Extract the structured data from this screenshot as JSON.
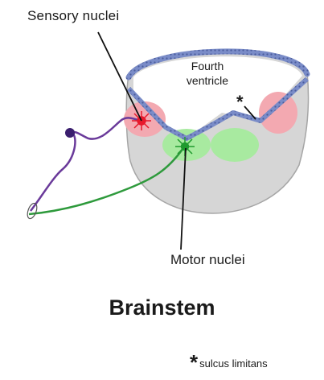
{
  "labels": {
    "sensory": "Sensory nuclei",
    "ventricle_line1": "Fourth",
    "ventricle_line2": "ventricle",
    "motor": "Motor nuclei",
    "title": "Brainstem",
    "legend_symbol": "*",
    "legend_text": "sulcus limitans",
    "sulcus_marker": "*"
  },
  "colors": {
    "brainstem_fill": "#d6d6d6",
    "brainstem_outline": "#9a9a9a",
    "ependyma": "#6b7fbf",
    "sensory_zone": "#f3a9b1",
    "sensory_neuron": "#e8192c",
    "motor_zone": "#a8eaa0",
    "motor_neuron": "#1f9a2e",
    "sensory_fiber": "#6a3a9a",
    "motor_fiber": "#2e9a3c",
    "ganglion": "#3a1e6e"
  }
}
